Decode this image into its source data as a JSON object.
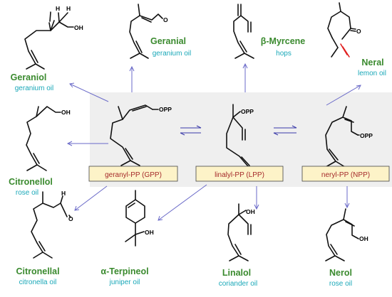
{
  "precursors": [
    {
      "name": "geranyl-PP (GPP)",
      "group": "OPP"
    },
    {
      "name": "linalyl-PP (LPP)",
      "group": "OPP"
    },
    {
      "name": "neryl-PP (NPP)",
      "group": "OPP"
    }
  ],
  "products": [
    {
      "id": "geranial",
      "name": "Geranial",
      "source": "geranium oil"
    },
    {
      "id": "myrcene",
      "name": "β-Myrcene",
      "source": "hops"
    },
    {
      "id": "neral",
      "name": "Neral",
      "source": "lemon oil"
    },
    {
      "id": "geraniol",
      "name": "Geraniol",
      "source": "geranium oil"
    },
    {
      "id": "citronellol",
      "name": "Citronellol",
      "source": "rose oil"
    },
    {
      "id": "citronellal",
      "name": "Citronellal",
      "source": "citronella oil"
    },
    {
      "id": "terpineol",
      "name": "α-Terpineol",
      "source": "juniper oil"
    },
    {
      "id": "linalol",
      "name": "Linalol",
      "source": "coriander oil"
    },
    {
      "id": "nerol",
      "name": "Nerol",
      "source": "rose oil"
    }
  ],
  "atoms": {
    "geraniol_h1": "H",
    "geraniol_h2": "H",
    "geraniol_oh": "OH",
    "geranial_o": "O",
    "neral_o": "O",
    "citronellol_oh": "OH",
    "citronellal_h": "H",
    "citronellal_o": "O",
    "terpineol_oh": "OH",
    "linalol_oh": "OH",
    "nerol_oh": "OH"
  }
}
